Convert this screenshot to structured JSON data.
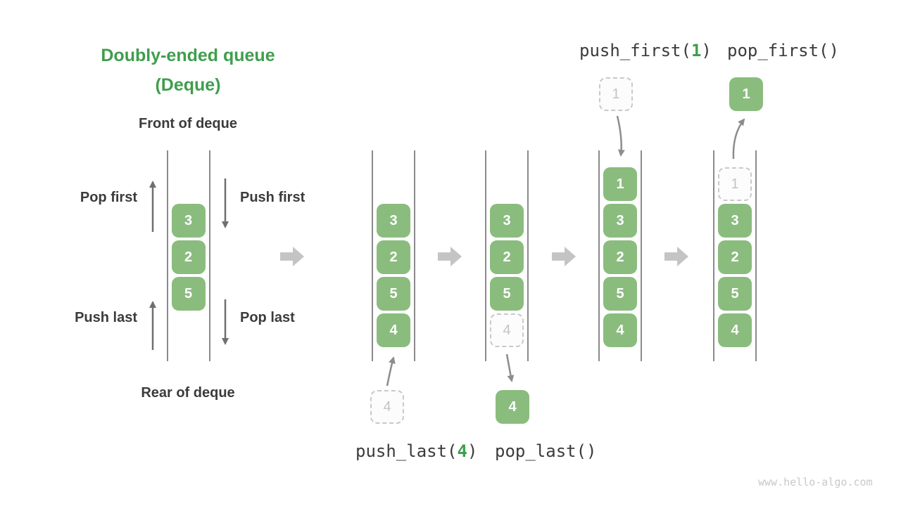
{
  "title": {
    "line1": "Doubly-ended queue",
    "line2": "(Deque)"
  },
  "side_labels": {
    "front": "Front of deque",
    "rear": "Rear of deque",
    "pop_first": "Pop first",
    "push_first": "Push first",
    "push_last": "Push last",
    "pop_last": "Pop last"
  },
  "op_labels": {
    "push_first": {
      "pre": "push_first(",
      "arg": "1",
      "post": ")"
    },
    "pop_first": {
      "text": "pop_first()"
    },
    "push_last": {
      "pre": "push_last(",
      "arg": "4",
      "post": ")"
    },
    "pop_last": {
      "text": "pop_last()"
    }
  },
  "queues": [
    {
      "name": "deque-legend",
      "cells": [
        {
          "slot": 1,
          "v": "3"
        },
        {
          "slot": 2,
          "v": "2"
        },
        {
          "slot": 3,
          "v": "5"
        }
      ]
    },
    {
      "name": "deque-step-push-last",
      "cells": [
        {
          "slot": 1,
          "v": "3"
        },
        {
          "slot": 2,
          "v": "2"
        },
        {
          "slot": 3,
          "v": "5"
        },
        {
          "slot": 4,
          "v": "4"
        }
      ]
    },
    {
      "name": "deque-step-pop-last",
      "cells": [
        {
          "slot": 1,
          "v": "3"
        },
        {
          "slot": 2,
          "v": "2"
        },
        {
          "slot": 3,
          "v": "5"
        },
        {
          "slot": 4,
          "v": "4",
          "dashed": true
        }
      ]
    },
    {
      "name": "deque-step-push-first",
      "cells": [
        {
          "slot": 0,
          "v": "1"
        },
        {
          "slot": 1,
          "v": "3"
        },
        {
          "slot": 2,
          "v": "2"
        },
        {
          "slot": 3,
          "v": "5"
        },
        {
          "slot": 4,
          "v": "4"
        }
      ]
    },
    {
      "name": "deque-step-pop-first",
      "cells": [
        {
          "slot": 0,
          "v": "1",
          "dashed": true
        },
        {
          "slot": 1,
          "v": "3"
        },
        {
          "slot": 2,
          "v": "2"
        },
        {
          "slot": 3,
          "v": "5"
        },
        {
          "slot": 4,
          "v": "4"
        }
      ]
    }
  ],
  "floating_cells": [
    {
      "name": "push-last-incoming-value",
      "v": "4",
      "dashed": true
    },
    {
      "name": "pop-last-popped-value",
      "v": "4"
    },
    {
      "name": "push-first-incoming-value",
      "v": "1",
      "dashed": true
    },
    {
      "name": "pop-first-popped-value",
      "v": "1"
    }
  ],
  "colors": {
    "accent_green": "#3f9e4d",
    "cell_green": "#8abc7e",
    "text_dark": "#3b3b3b",
    "line_gray": "#8b8b8b",
    "block_arrow_gray": "#c4c4c4",
    "dash_border": "#c9c9c9",
    "dash_text": "#c3c3c3",
    "watermark_gray": "#c9c9c9"
  },
  "watermark": "www.hello-algo.com"
}
